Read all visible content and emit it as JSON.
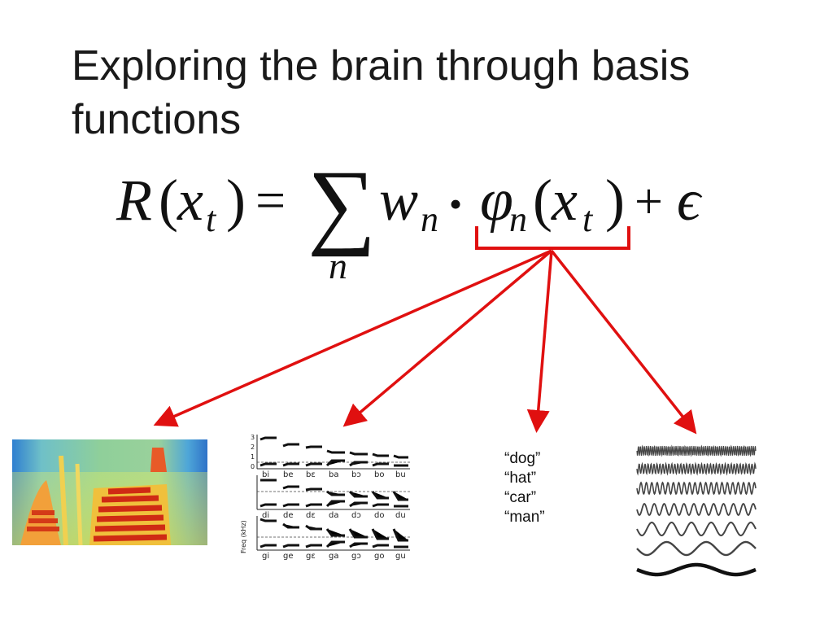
{
  "slide": {
    "title_lines": [
      "Exploring the brain through basis",
      "functions"
    ],
    "equation": {
      "R": "R",
      "lparen": "(",
      "x": "x",
      "t": "t",
      "rparen": ")",
      "equals": "=",
      "sum": "∑",
      "sum_index": "n",
      "w": "w",
      "w_sub": "n",
      "bullet": "•",
      "phi": "φ",
      "phi_sub": "n",
      "lparen2": "(",
      "x2": "x",
      "t2": "t",
      "rparen2": ")",
      "plus": "+",
      "epsilon": "ϵ"
    },
    "words": [
      "“dog”",
      "“hat”",
      "“car”",
      "“man”"
    ],
    "formant_chart": {
      "y_axis_label": "Freq (kHz)",
      "ticks": [
        "3",
        "2",
        "1",
        "0"
      ],
      "rows": [
        [
          "bi",
          "be",
          "bε",
          "ba",
          "bɔ",
          "bo",
          "bu"
        ],
        [
          "di",
          "de",
          "dε",
          "da",
          "dɔ",
          "do",
          "du"
        ],
        [
          "gi",
          "ge",
          "gε",
          "ga",
          "gɔ",
          "go",
          "gu"
        ]
      ]
    },
    "colors": {
      "arrow": "#e01010",
      "text": "#1a1a1a"
    }
  }
}
